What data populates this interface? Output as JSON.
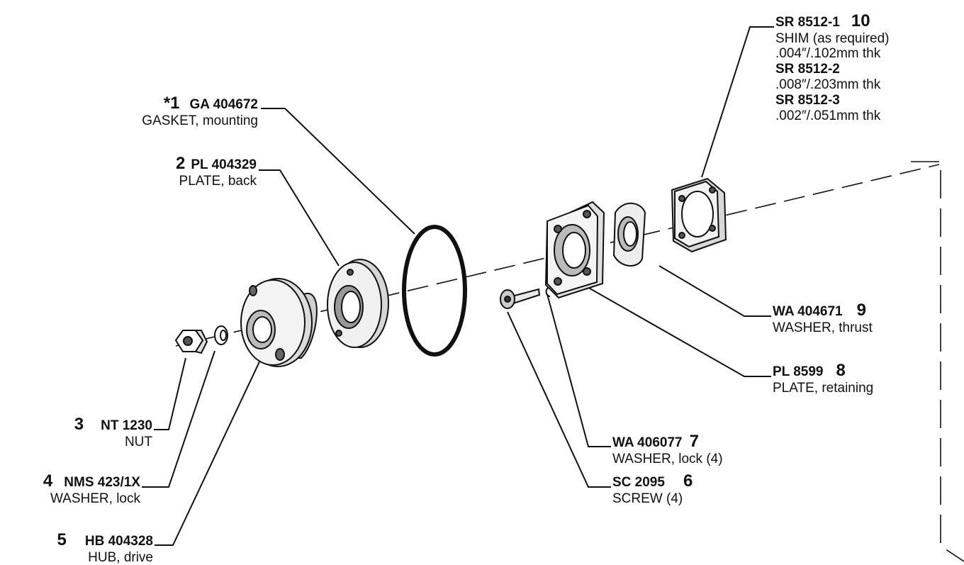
{
  "parts": [
    {
      "id": "p1",
      "num": "*1",
      "code": "GA 404672",
      "desc": "GASKET, mounting"
    },
    {
      "id": "p2",
      "num": "2",
      "code": "PL 404329",
      "desc": "PLATE, back"
    },
    {
      "id": "p3",
      "num": "3",
      "code": "NT 1230",
      "desc": "NUT"
    },
    {
      "id": "p4",
      "num": "4",
      "code": "NMS 423/1X",
      "desc": "WASHER, lock"
    },
    {
      "id": "p5",
      "num": "5",
      "code": "HB 404328",
      "desc": "HUB, drive"
    },
    {
      "id": "p6",
      "num": "6",
      "code": "SC 2095",
      "desc": "SCREW (4)"
    },
    {
      "id": "p7",
      "num": "7",
      "code": "WA 406077",
      "desc": "WASHER, lock (4)"
    },
    {
      "id": "p8",
      "num": "8",
      "code": "PL 8599",
      "desc": "PLATE, retaining"
    },
    {
      "id": "p9",
      "num": "9",
      "code": "WA 404671",
      "desc": "WASHER, thrust"
    },
    {
      "id": "p10",
      "num": "10",
      "code": "SR 8512-1",
      "desc": "SHIM (as required)",
      "thk1": ".004″/.102mm thk",
      "code2": "SR 8512-2",
      "thk2": ".008″/.203mm thk",
      "code3": "SR 8512-3",
      "thk3": ".002″/.051mm thk"
    }
  ],
  "line_color": "#111111"
}
